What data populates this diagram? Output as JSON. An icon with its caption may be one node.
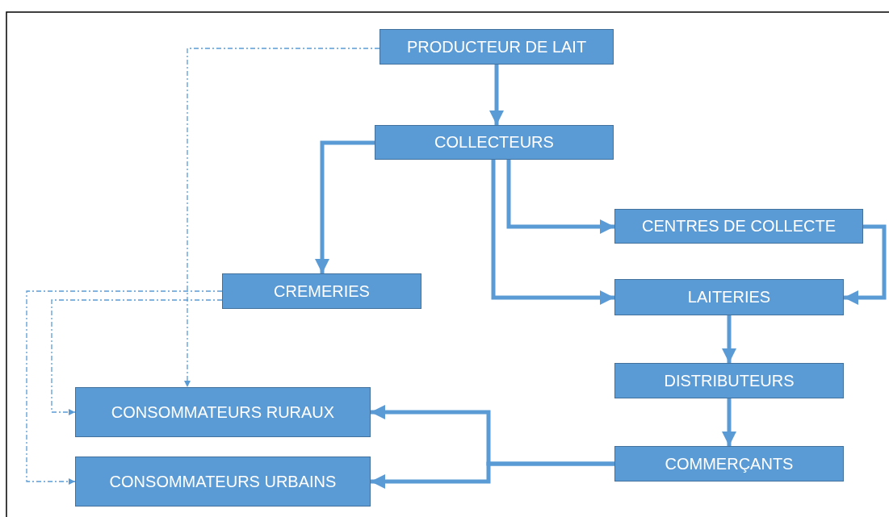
{
  "diagram": {
    "nodes": [
      {
        "text": [
          "PRODUCTEUR DE LAIT"
        ]
      },
      {
        "text": [
          "COLLECTEURS"
        ]
      },
      {
        "text": [
          "CENTRES DE COLLECTE"
        ]
      },
      {
        "text": [
          "CREMERIES"
        ]
      },
      {
        "text": [
          "LAITERIES"
        ]
      },
      {
        "text": [
          "DISTRIBUTEURS"
        ]
      },
      {
        "text": [
          "CONSOMMATEURS RURAUX"
        ]
      },
      {
        "text": [
          "COMMERÇANTS"
        ]
      },
      {
        "text": [
          "CONSOMMATEURS URBAINS"
        ]
      }
    ],
    "edges": [
      {
        "from": 0,
        "to": 1,
        "arrow": "to"
      },
      {
        "from": 0,
        "to": 6,
        "arrow": "to",
        "style": "dashed"
      },
      {
        "from": 1,
        "to": 3,
        "arrow": "to"
      },
      {
        "from": 1,
        "to": 2,
        "arrow": "to"
      },
      {
        "from": 1,
        "to": 4,
        "arrow": "to"
      },
      {
        "from": 2,
        "to": 4,
        "arrow": "to"
      },
      {
        "from": 4,
        "to": 5,
        "arrow": "to"
      },
      {
        "from": 5,
        "to": 7,
        "arrow": "to"
      },
      {
        "from": 7,
        "to": 6,
        "arrow": "to"
      },
      {
        "from": 7,
        "to": 8,
        "arrow": "to"
      },
      {
        "from": 3,
        "to": 6,
        "arrow": "to",
        "style": "dashed"
      },
      {
        "from": 3,
        "to": 8,
        "arrow": "to",
        "style": "dashed"
      }
    ]
  }
}
